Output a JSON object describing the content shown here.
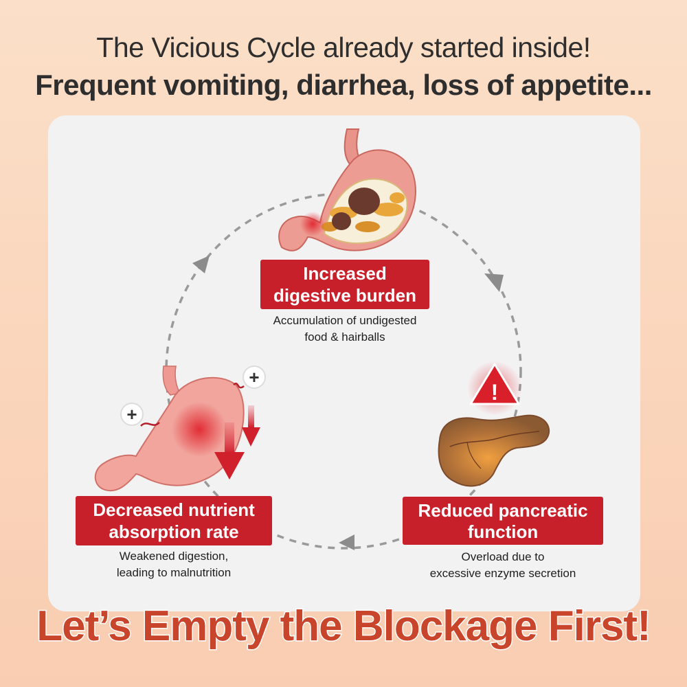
{
  "header": {
    "line1": "The Vicious Cycle already started inside!",
    "line2": "Frequent vomiting, diarrhea, loss of appetite..."
  },
  "stages": [
    {
      "title_lines": [
        "Increased",
        "digestive burden"
      ],
      "caption_lines": [
        "Accumulation of undigested",
        "food & hairballs"
      ]
    },
    {
      "title_lines": [
        "Reduced pancreatic",
        "function"
      ],
      "caption_lines": [
        "Overload due to",
        "excessive enzyme secretion"
      ]
    },
    {
      "title_lines": [
        "Decreased nutrient",
        "absorption rate"
      ],
      "caption_lines": [
        "Weakened digestion,",
        "leading to malnutrition"
      ]
    }
  ],
  "warning_symbol": "!",
  "plus_symbol": "+",
  "footer": {
    "text": "Let’s Empty the Blockage First!"
  },
  "icons": [
    "stomach-with-hairballs-icon",
    "pancreas-icon",
    "warning-triangle-icon",
    "inflamed-stomach-icon",
    "plus-badge-icon",
    "down-arrow-icon"
  ],
  "colors": {
    "accent_red": "#c8202b",
    "footer_orange": "#c8442a",
    "background": "#fbdfc8",
    "panel": "#f3f2f3"
  }
}
